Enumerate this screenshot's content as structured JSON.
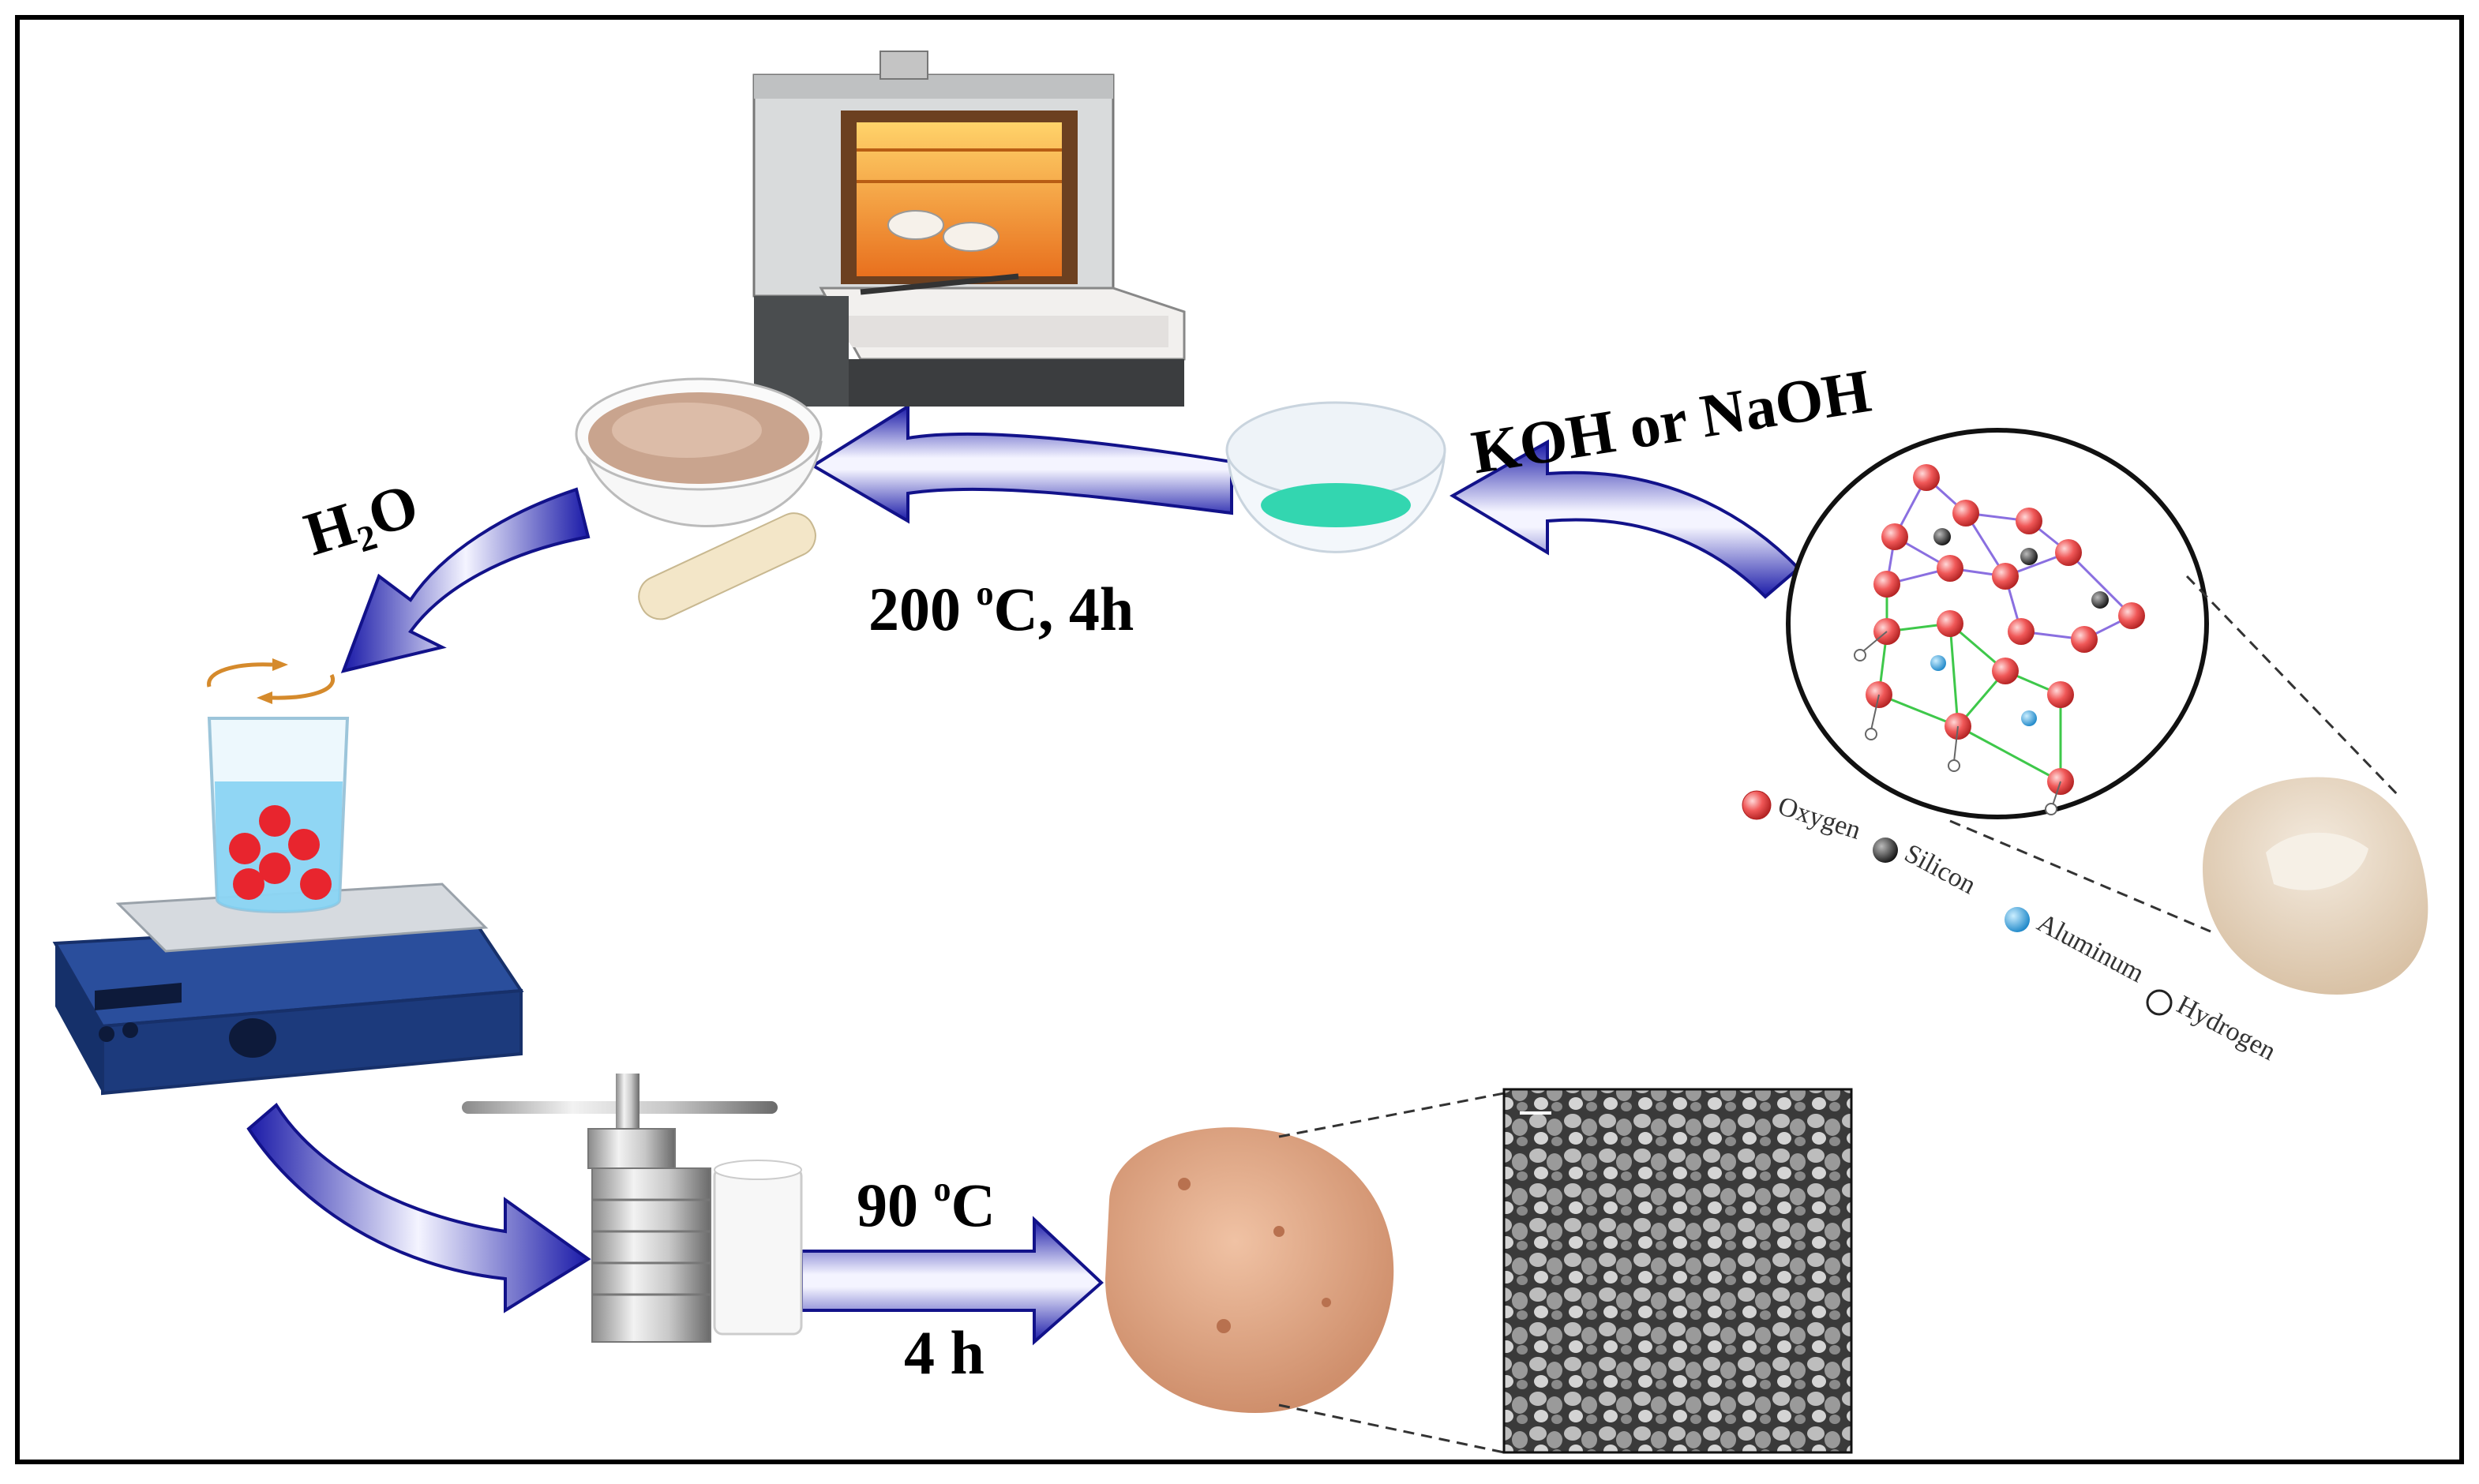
{
  "labels": {
    "alkali": "KOH or NaOH",
    "calcination_temp": "200 ",
    "calcination_temp_sup": "o",
    "calcination_rest": "C, 4h",
    "water_h": "H",
    "water_sub": "2",
    "water_o": "O",
    "hydro_temp": "90 ",
    "hydro_temp_sup": "o",
    "hydro_temp_unit": "C",
    "hydro_time": "4 h"
  },
  "legend": {
    "oxygen": "Oxygen",
    "silicon": "Silicon",
    "aluminum": "Aluminum",
    "hydrogen": "Hydrogen"
  },
  "colors": {
    "arrow_dark": "#1a1aa8",
    "arrow_light": "#f4f4ff",
    "oxygen": "#f05858",
    "silicon": "#222222",
    "aluminum": "#2aa0e0",
    "hydrogen": "#ffffff",
    "powder": "#dda98a",
    "furnace_glow": "#f7a12a",
    "solution": "#33d6b0",
    "hotplate": "#2a4e9c"
  }
}
